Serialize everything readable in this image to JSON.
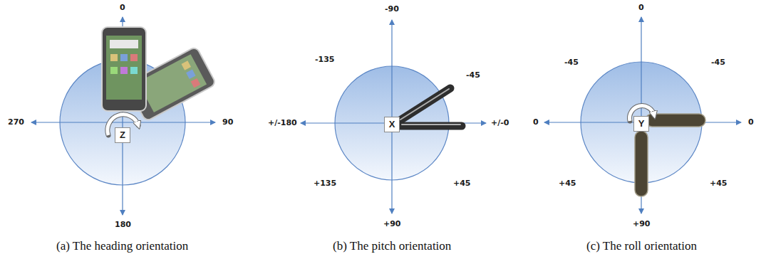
{
  "diagram": {
    "nodes": [
      {
        "text": [
          "Z"
        ]
      },
      {
        "text": [
          "X"
        ]
      },
      {
        "text": [
          "Y"
        ]
      }
    ],
    "labels": [
      "0",
      "270",
      "90",
      "180",
      "-90",
      "-135",
      "-45",
      "+/-180",
      "+/-0",
      "+135",
      "+45",
      "+90",
      "0",
      "-45",
      "-45",
      "0",
      "0",
      "+45",
      "+45",
      "+90",
      "(a) The heading orientation",
      "(b) The pitch orientation",
      "(c) The roll orientation"
    ]
  }
}
